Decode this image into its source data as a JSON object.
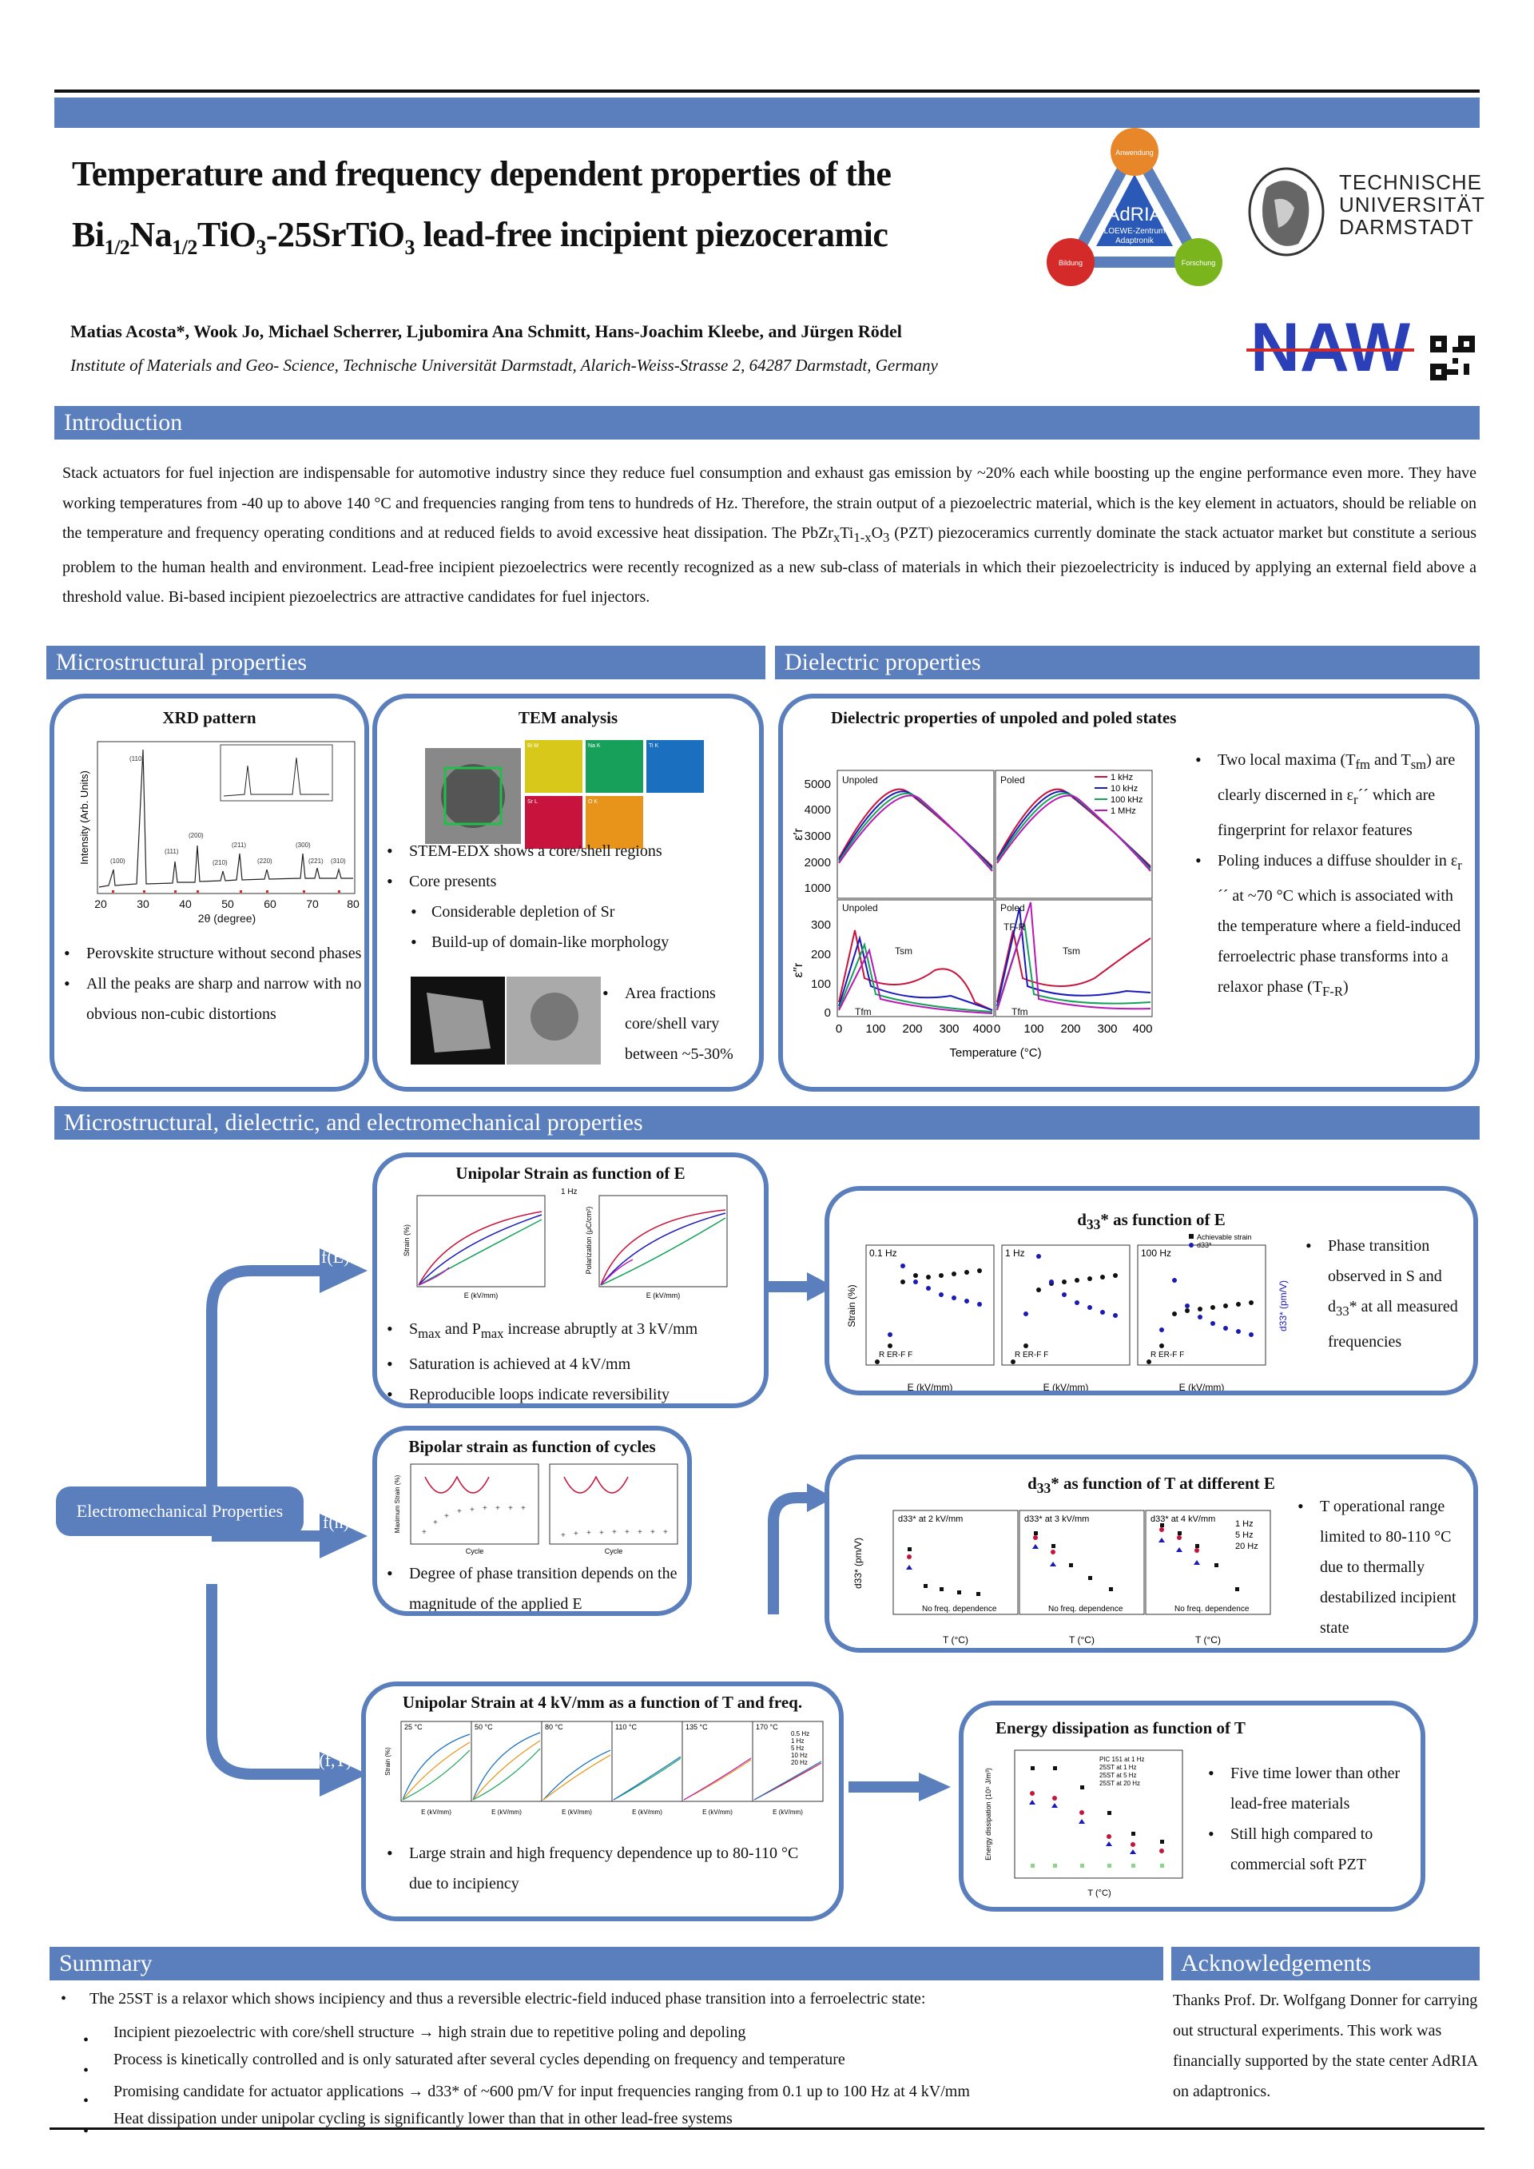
{
  "header": {
    "title_l1": "Temperature and frequency dependent properties of the",
    "title_l2": "Bi1/2Na1/2TiO3-25SrTiO3 lead-free incipient piezoceramic",
    "authors": "Matias Acosta*, Wook Jo, Michael Scherrer, Ljubomira Ana Schmitt, Hans-Joachim Kleebe, and Jürgen Rödel",
    "affiliation": "Institute of Materials and Geo- Science, Technische Universität Darmstadt, Alarich-Weiss-Strasse 2, 64287 Darmstadt, Germany"
  },
  "logos": {
    "adria_top": "Anwendung",
    "adria_name": "AdRIA",
    "adria_sub1": "LOEWE-Zentrum",
    "adria_sub2": "Adaptronik",
    "adria_left": "Bildung",
    "adria_right": "Forschung",
    "tu_l1": "TECHNISCHE",
    "tu_l2": "UNIVERSITÄT",
    "tu_l3": "DARMSTADT",
    "naw": "NAW",
    "colors": {
      "accent": "#5b7fbd",
      "orange": "#e8862a",
      "red": "#d42a2a",
      "green": "#7ab51d",
      "blue": "#2a4db8"
    }
  },
  "intro": {
    "heading": "Introduction",
    "text": "Stack actuators for fuel injection are indispensable for automotive industry since they reduce fuel consumption and exhaust gas emission by ~20% each while boosting up the engine performance even more. They have working temperatures from -40 up to above 140 °C and frequencies ranging from tens to hundreds of Hz. Therefore, the strain output of a piezoelectric material, which is the key element in actuators, should be reliable on the temperature and frequency operating conditions and at reduced fields to avoid excessive heat dissipation. The PbZrxTi1-xO3 (PZT) piezoceramics currently dominate the stack actuator market but constitute a serious problem to the human health and environment. Lead-free incipient piezoelectrics were recently recognized as a new sub-class of materials in which their piezoelectricity is induced by applying an external field above a threshold value. Bi-based incipient piezoelectrics are attractive candidates for fuel injectors."
  },
  "micro": {
    "heading": "Microstructural properties",
    "xrd_title": "XRD pattern",
    "xrd_bullets": [
      "Perovskite structure without second phases",
      "All the peaks are sharp and narrow with no obvious non-cubic distortions"
    ],
    "xrd_xlabel": "2θ (degree)",
    "xrd_ylabel": "Intensity (Arb. Units)",
    "xrd_xticks": [
      "20",
      "30",
      "40",
      "50",
      "60",
      "70",
      "80"
    ],
    "xrd_peaks": [
      "(100)",
      "(110)",
      "(111)",
      "(200)",
      "(210)",
      "(211)",
      "(220)",
      "(300)",
      "(221)",
      "(310)"
    ],
    "tem_title": "TEM analysis",
    "tem_bullets": [
      "STEM-EDX shows a core/shell regions",
      "Core presents"
    ],
    "tem_sub": [
      "Considerable depletion of Sr",
      "Build-up of domain-like morphology"
    ],
    "tem_area": "Area fractions core/shell vary between ~5-30%",
    "edx_labels": [
      "Bi M",
      "Na K",
      "Ti K",
      "Sr L",
      "O K"
    ]
  },
  "dielectric": {
    "heading": "Dielectric properties",
    "title": "Dielectric properties of unpoled and poled states",
    "legend": [
      "1 kHz",
      "10 kHz",
      "100 kHz",
      "1 MHz"
    ],
    "unpoled": "Unpoled",
    "poled": "Poled",
    "xlabel": "Temperature (°C)",
    "y1ticks": [
      "1000",
      "2000",
      "3000",
      "4000",
      "5000"
    ],
    "y2ticks": [
      "0",
      "100",
      "200",
      "300"
    ],
    "xticks": [
      "0",
      "100",
      "200",
      "300",
      "400"
    ],
    "tfm": "Tfm",
    "tsm": "Tsm",
    "tfr": "TF-R",
    "bullets": [
      "Two local maxima (Tfm and Tsm) are clearly discerned in εr´´ which are fingerprint for relaxor features",
      "Poling induces a diffuse shoulder in εr´´ at ~70 °C which is associated with the temperature where a field-induced ferroelectric phase transforms into a relaxor phase (TF-R)"
    ]
  },
  "electro": {
    "heading": "Microstructural, dielectric, and electromechanical properties",
    "main_box": "Electromechanical Properties",
    "fE": "f(E)",
    "fn": "f(n)",
    "fT": "f(f,T)",
    "unipolar_title": "Unipolar Strain as function of E",
    "unipolar_freq": "1 Hz",
    "unipolar_bullets": [
      "Smax and Pmax increase abruptly at 3 kV/mm",
      "Saturation is achieved at 4 kV/mm",
      "Reproducible loops indicate reversibility"
    ],
    "strain_label": "Strain (%)",
    "pol_label": "Polarization (μC/cm²)",
    "ekv": "E (kV/mm)",
    "bipolar_title": "Bipolar strain as function of cycles",
    "bipolar_bullets": [
      "Degree of phase transition depends on the magnitude of the applied E"
    ],
    "cycle": "Cycle",
    "max_strain": "Maximum Strain (%)",
    "uni4_title": "Unipolar Strain at 4 kV/mm as a function of T and freq.",
    "uni4_temps": [
      "25 °C",
      "50 °C",
      "80 °C",
      "110 °C",
      "135 °C",
      "170 °C"
    ],
    "uni4_freqs": [
      "0.5 Hz",
      "1 Hz",
      "5 Hz",
      "10 Hz",
      "20 Hz"
    ],
    "uni4_bullets": [
      "Large strain and high frequency dependence up to 80-110 °C due to incipiency"
    ],
    "d33E_title": "d33* as function of E",
    "d33E_legend": [
      "Achievable strain",
      "d33*"
    ],
    "d33E_freqs": [
      "0.1 Hz",
      "1 Hz",
      "100 Hz"
    ],
    "d33E_right": "d33* (pm/V)",
    "d33E_bullets": [
      "Phase transition observed in S and d33* at all measured frequencies"
    ],
    "rf": "R  ER-F  F",
    "d33T_title": "d33* as function of T at different E",
    "d33T_fields": [
      "d33* at 2 kV/mm",
      "d33* at 3 kV/mm",
      "d33* at 4 kV/mm"
    ],
    "d33T_legend": [
      "1 Hz",
      "5 Hz",
      "20 Hz"
    ],
    "nofreq": "No freq. dependence",
    "tlabel": "T (°C)",
    "d33T_bullets": [
      "T operational range limited to 80-110 °C due to thermally destabilized incipient state"
    ],
    "energy_title": "Energy dissipation as function of T",
    "energy_legend": [
      "PIC 151 at 1 Hz",
      "25ST at 1 Hz",
      "25ST at 5 Hz",
      "25ST at 20 Hz"
    ],
    "energy_ylabel": "Energy dissipation (10⁵ J/m³)",
    "energy_bullets": [
      "Five time lower than other lead-free materials",
      "Still high compared to commercial soft PZT"
    ]
  },
  "summary": {
    "heading": "Summary",
    "main": "The 25ST is a relaxor which shows incipiency and thus a reversible electric-field induced phase transition into a ferroelectric state:",
    "items": [
      "Incipient piezoelectric with core/shell structure → high strain due to repetitive poling and depoling",
      "Process is kinetically controlled and is only saturated after several cycles depending on frequency and temperature",
      "Promising candidate for actuator applications → d33* of ~600 pm/V for input frequencies ranging from 0.1 up to 100 Hz at 4 kV/mm",
      "Heat dissipation under unipolar cycling is significantly lower than that in other lead-free systems"
    ]
  },
  "ack": {
    "heading": "Acknowledgements",
    "text": "Thanks Prof. Dr. Wolfgang Donner for carrying out structural experiments. This work was financially supported by the state center AdRIA on adaptronics."
  }
}
